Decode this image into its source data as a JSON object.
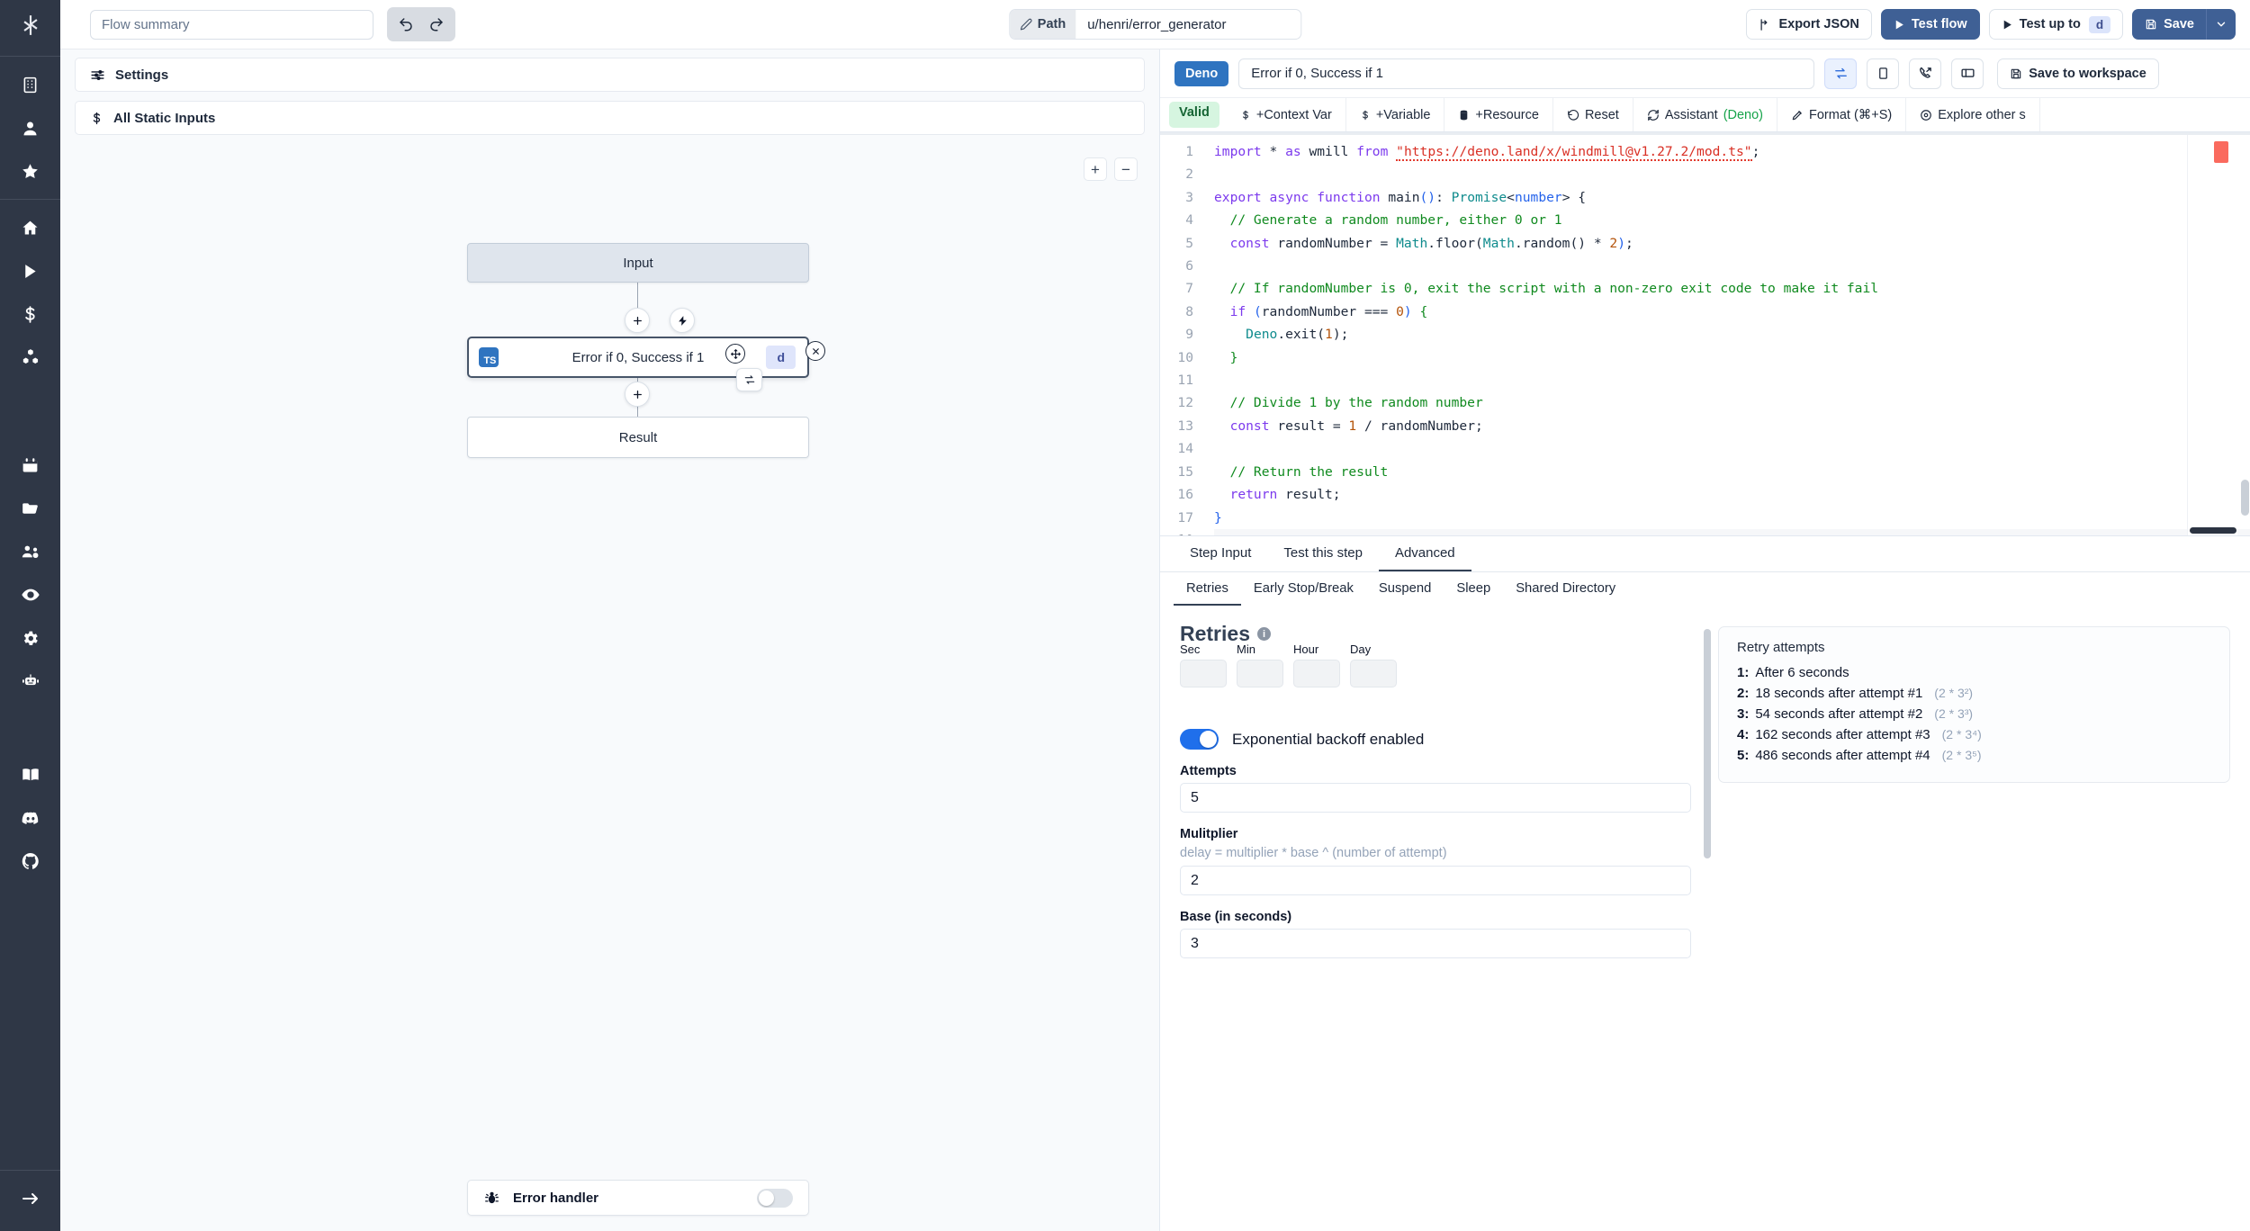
{
  "rail": {
    "logo": "windmill-logo",
    "top_items": [
      {
        "name": "workspace-icon",
        "label": "Workspace"
      },
      {
        "name": "user-icon",
        "label": "User"
      },
      {
        "name": "star-icon",
        "label": "Favorites"
      }
    ],
    "nav_items": [
      {
        "name": "home-icon",
        "label": "Home"
      },
      {
        "name": "runs-icon",
        "label": "Runs"
      },
      {
        "name": "variables-icon",
        "label": "Variables"
      },
      {
        "name": "resources-icon",
        "label": "Resources"
      }
    ],
    "mid_items": [
      {
        "name": "schedules-icon",
        "label": "Schedules"
      },
      {
        "name": "folders-icon",
        "label": "Folders"
      },
      {
        "name": "groups-icon",
        "label": "Groups"
      },
      {
        "name": "audit-logs-icon",
        "label": "Audit logs"
      },
      {
        "name": "settings-icon",
        "label": "Settings"
      },
      {
        "name": "workers-icon",
        "label": "Workers"
      }
    ],
    "bottom_items": [
      {
        "name": "docs-icon",
        "label": "Docs"
      },
      {
        "name": "discord-icon",
        "label": "Discord"
      },
      {
        "name": "github-icon",
        "label": "GitHub"
      }
    ],
    "expand": {
      "name": "expand-sidebar-icon",
      "label": "Expand"
    }
  },
  "topbar": {
    "summary_placeholder": "Flow summary",
    "summary_value": "",
    "undo_label": "Undo",
    "redo_label": "Redo",
    "path_label": "Path",
    "path_value": "u/henri/error_generator",
    "export_json": "Export JSON",
    "test_flow": "Test flow",
    "test_up_to": "Test up to",
    "test_up_to_chip": "d",
    "save": "Save"
  },
  "flow_panel": {
    "settings_label": "Settings",
    "static_inputs_label": "All Static Inputs",
    "zoom_in": "+",
    "zoom_out": "−",
    "nodes": {
      "input": "Input",
      "step": "Error if 0, Success if 1",
      "step_lang": "TS",
      "step_id": "d",
      "result": "Result"
    },
    "error_handler": {
      "label": "Error handler",
      "enabled": false
    }
  },
  "step_panel": {
    "language": "Deno",
    "name_value": "Error if 0, Success if 1",
    "save_to_workspace": "Save to workspace",
    "actions": [
      {
        "name": "retry-icon",
        "active": true
      },
      {
        "name": "stop-icon",
        "active": false
      },
      {
        "name": "suspend-icon",
        "active": false
      },
      {
        "name": "cache-icon",
        "active": false
      }
    ],
    "tools": [
      {
        "label": "Valid",
        "icon": "",
        "type": "badge"
      },
      {
        "label": "+Context Var",
        "icon": "$"
      },
      {
        "label": "+Variable",
        "icon": "$"
      },
      {
        "label": "+Resource",
        "icon": "database"
      },
      {
        "label": "Reset",
        "icon": "reset"
      },
      {
        "label": "Assistant",
        "icon": "assistant",
        "suffix": "(Deno)"
      },
      {
        "label": "Format (⌘+S)",
        "icon": "format"
      },
      {
        "label": "Explore other s",
        "icon": "explore"
      }
    ]
  },
  "editor": {
    "total_lines": 18,
    "current_line": 18,
    "lines": [
      "import * as wmill from \"https://deno.land/x/windmill@v1.27.2/mod.ts\";",
      "",
      "export async function main(): Promise<number> {",
      "  // Generate a random number, either 0 or 1",
      "  const randomNumber = Math.floor(Math.random() * 2);",
      "",
      "  // If randomNumber is 0, exit the script with a non-zero exit code to make it fail",
      "  if (randomNumber === 0) {",
      "    Deno.exit(1);",
      "  }",
      "",
      "  // Divide 1 by the random number",
      "  const result = 1 / randomNumber;",
      "",
      "  // Return the result",
      "  return result;",
      "}",
      ""
    ]
  },
  "bottom": {
    "tabs": [
      {
        "label": "Step Input",
        "active": false
      },
      {
        "label": "Test this step",
        "active": false
      },
      {
        "label": "Advanced",
        "active": true
      }
    ],
    "subtabs": [
      {
        "label": "Retries",
        "active": true
      },
      {
        "label": "Early Stop/Break",
        "active": false
      },
      {
        "label": "Suspend",
        "active": false
      },
      {
        "label": "Sleep",
        "active": false
      },
      {
        "label": "Shared Directory",
        "active": false
      }
    ]
  },
  "retries": {
    "title": "Retries",
    "info": "i",
    "time_fields": [
      {
        "label": "Sec",
        "value": ""
      },
      {
        "label": "Min",
        "value": ""
      },
      {
        "label": "Hour",
        "value": ""
      },
      {
        "label": "Day",
        "value": ""
      }
    ],
    "backoff_label": "Exponential backoff enabled",
    "backoff_enabled": true,
    "attempts_label": "Attempts",
    "attempts_value": "5",
    "multiplier_label": "Mulitplier",
    "multiplier_hint": "delay = multiplier * base ^ (number of attempt)",
    "multiplier_value": "2",
    "base_label": "Base (in seconds)",
    "base_value": "3",
    "attempts_card_title": "Retry attempts",
    "attempt_rows": [
      {
        "n": "1:",
        "text": "After 6 seconds",
        "formula": ""
      },
      {
        "n": "2:",
        "text": "18 seconds after attempt #1",
        "formula": "(2 * 3²)"
      },
      {
        "n": "3:",
        "text": "54 seconds after attempt #2",
        "formula": "(2 * 3³)"
      },
      {
        "n": "4:",
        "text": "162 seconds after attempt #3",
        "formula": "(2 * 3⁴)"
      },
      {
        "n": "5:",
        "text": "486 seconds after attempt #4",
        "formula": "(2 * 3⁵)"
      }
    ]
  },
  "colors": {
    "accent": "#3f6095",
    "rail": "#2f3746",
    "valid": "#d6f5e0",
    "toggle_on": "#1f6feb",
    "error_marker": "#fa6a5e"
  }
}
